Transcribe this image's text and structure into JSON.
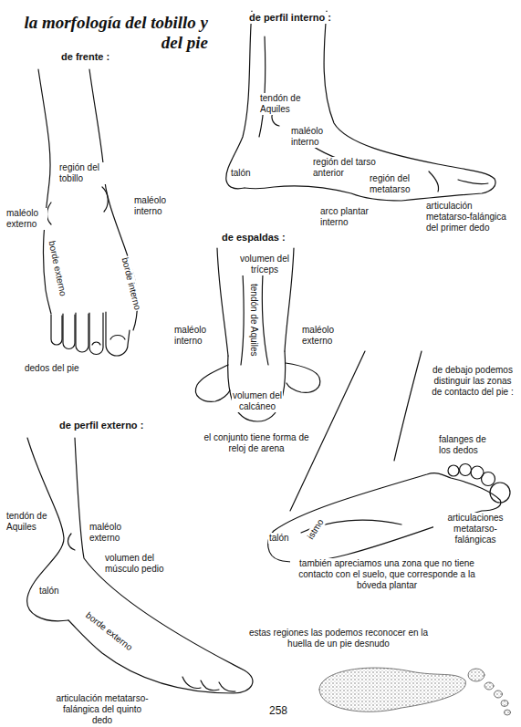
{
  "diagram": {
    "title": "la morfología del tobillo y del pie",
    "labels": [
      "de frente :",
      "región del tobillo",
      "maléolo externo",
      "maléolo interno",
      "borde externo",
      "borde interno",
      "dedos del pie",
      "de perfil interno :",
      "tendón de Aquiles",
      "maléolo interno",
      "región del tarso anterior",
      "región del metatarso",
      "talón",
      "articulación metatarso-falángica del primer dedo",
      "arco plantar interno",
      "de espaldas :",
      "volumen del tríceps",
      "tendón de Aquiles",
      "maléolo interno",
      "maléolo externo",
      "volumen del calcáneo",
      "el conjunto tiene forma de reloj de arena",
      "de debajo podemos distinguir las zonas de contacto del pie :",
      "falanges de los dedos",
      "istmo",
      "articulaciones metatarso-falángicas",
      "talón",
      "también apreciamos una zona que no tiene contacto con el suelo, que corresponde a la bóveda plantar",
      "de perfil externo :",
      "tendón de Aquiles",
      "maléolo externo",
      "talón",
      "volumen del músculo pedio",
      "borde externo",
      "articulación metatarso-falángica del quinto dedo",
      "estas regiones las podemos reconocer en la huella de un pie desnudo",
      "258"
    ]
  }
}
